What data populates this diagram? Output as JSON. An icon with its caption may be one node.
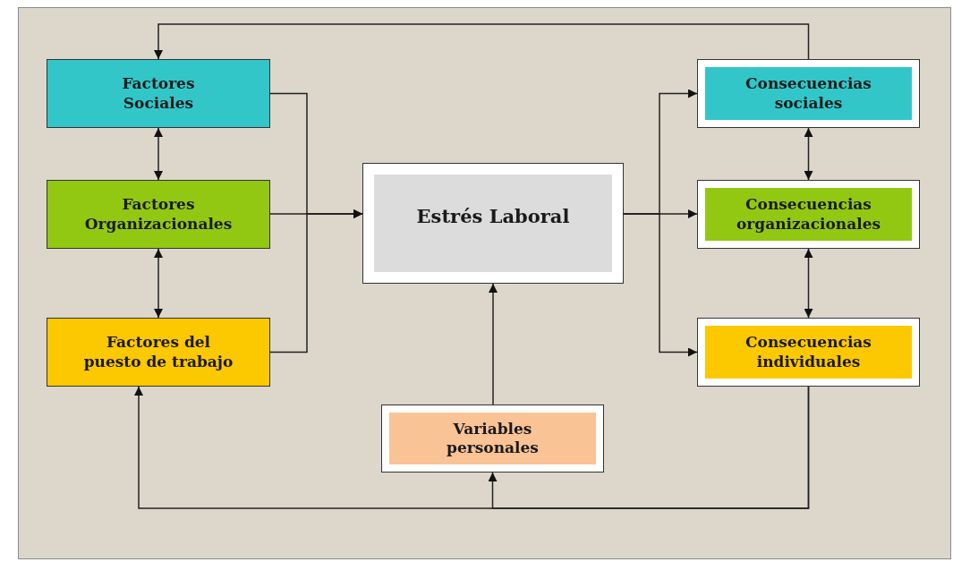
{
  "diagram": {
    "nodes": [
      {
        "text": [
          "Factores Sociales"
        ]
      },
      {
        "text": [
          "Factores Organizacionales"
        ]
      },
      {
        "text": [
          "Factores del puesto de trabajo"
        ]
      },
      {
        "text": [
          "Estrés Laboral"
        ]
      },
      {
        "text": [
          "Variables personales"
        ]
      },
      {
        "text": [
          "Consecuencias sociales"
        ]
      },
      {
        "text": [
          "Consecuencias organizacionales"
        ]
      },
      {
        "text": [
          "Consecuencias individuales"
        ]
      }
    ],
    "edges": [
      {
        "from": 0,
        "to": 1,
        "arrow": "both"
      },
      {
        "from": 1,
        "to": 2,
        "arrow": "both"
      },
      {
        "from": 0,
        "to": 3,
        "arrow": "to"
      },
      {
        "from": 1,
        "to": 3,
        "arrow": "to"
      },
      {
        "from": 2,
        "to": 3,
        "arrow": "to"
      },
      {
        "from": 3,
        "to": 5,
        "arrow": "to"
      },
      {
        "from": 3,
        "to": 6,
        "arrow": "to"
      },
      {
        "from": 3,
        "to": 7,
        "arrow": "to"
      },
      {
        "from": 5,
        "to": 6,
        "arrow": "both"
      },
      {
        "from": 6,
        "to": 7,
        "arrow": "both"
      },
      {
        "from": 4,
        "to": 3,
        "arrow": "to"
      },
      {
        "from": 5,
        "to": 0,
        "arrow": "to"
      },
      {
        "from": 7,
        "to": 2,
        "arrow": "to"
      },
      {
        "from": 7,
        "to": 4,
        "arrow": "to"
      }
    ]
  }
}
